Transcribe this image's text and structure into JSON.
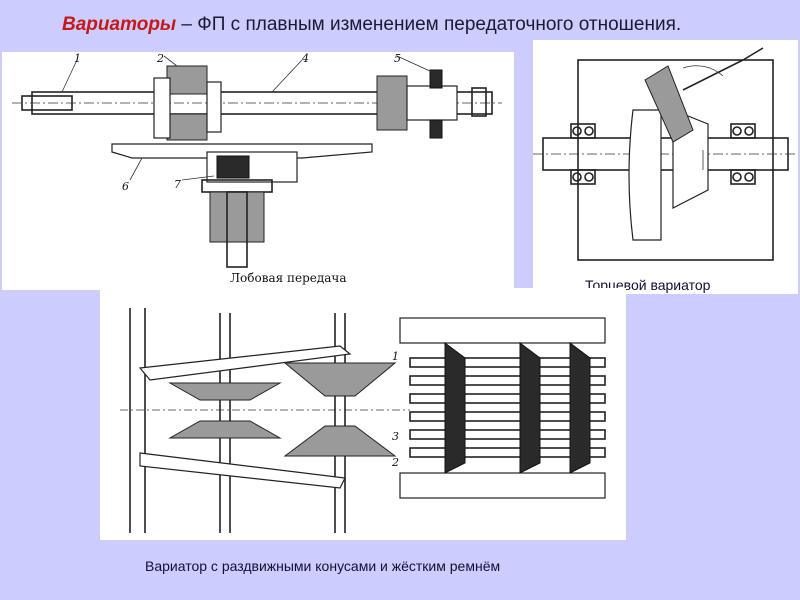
{
  "title": {
    "accent": "Вариаторы",
    "rest": " – ФП с плавным изменением передаточного отношения."
  },
  "frontal": {
    "caption": "Лобовая передача",
    "labels": [
      "1",
      "2",
      "4",
      "5",
      "6",
      "7"
    ]
  },
  "face": {
    "caption": "Торцевой вариатор"
  },
  "cone": {
    "caption": "Вариатор с раздвижными конусами и жёстким ремнём",
    "labels": [
      "1",
      "3",
      "2"
    ]
  }
}
